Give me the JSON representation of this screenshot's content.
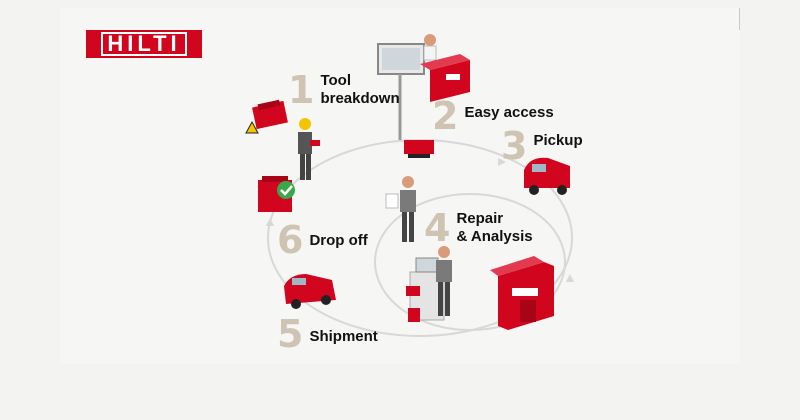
{
  "brand": {
    "logo_text": "HILTI",
    "color": "#d2051e"
  },
  "steps": [
    {
      "number": "1",
      "label_line1": "Tool",
      "label_line2": "breakdown"
    },
    {
      "number": "2",
      "label_line1": "Easy access",
      "label_line2": ""
    },
    {
      "number": "3",
      "label_line1": "Pickup",
      "label_line2": ""
    },
    {
      "number": "4",
      "label_line1": "Repair",
      "label_line2": "& Analysis"
    },
    {
      "number": "5",
      "label_line1": "Shipment",
      "label_line2": ""
    },
    {
      "number": "6",
      "label_line1": "Drop off",
      "label_line2": ""
    }
  ],
  "colors": {
    "number": "#cfc4b1",
    "cycle_line": "#d8d8d8",
    "accent": "#d2051e"
  }
}
